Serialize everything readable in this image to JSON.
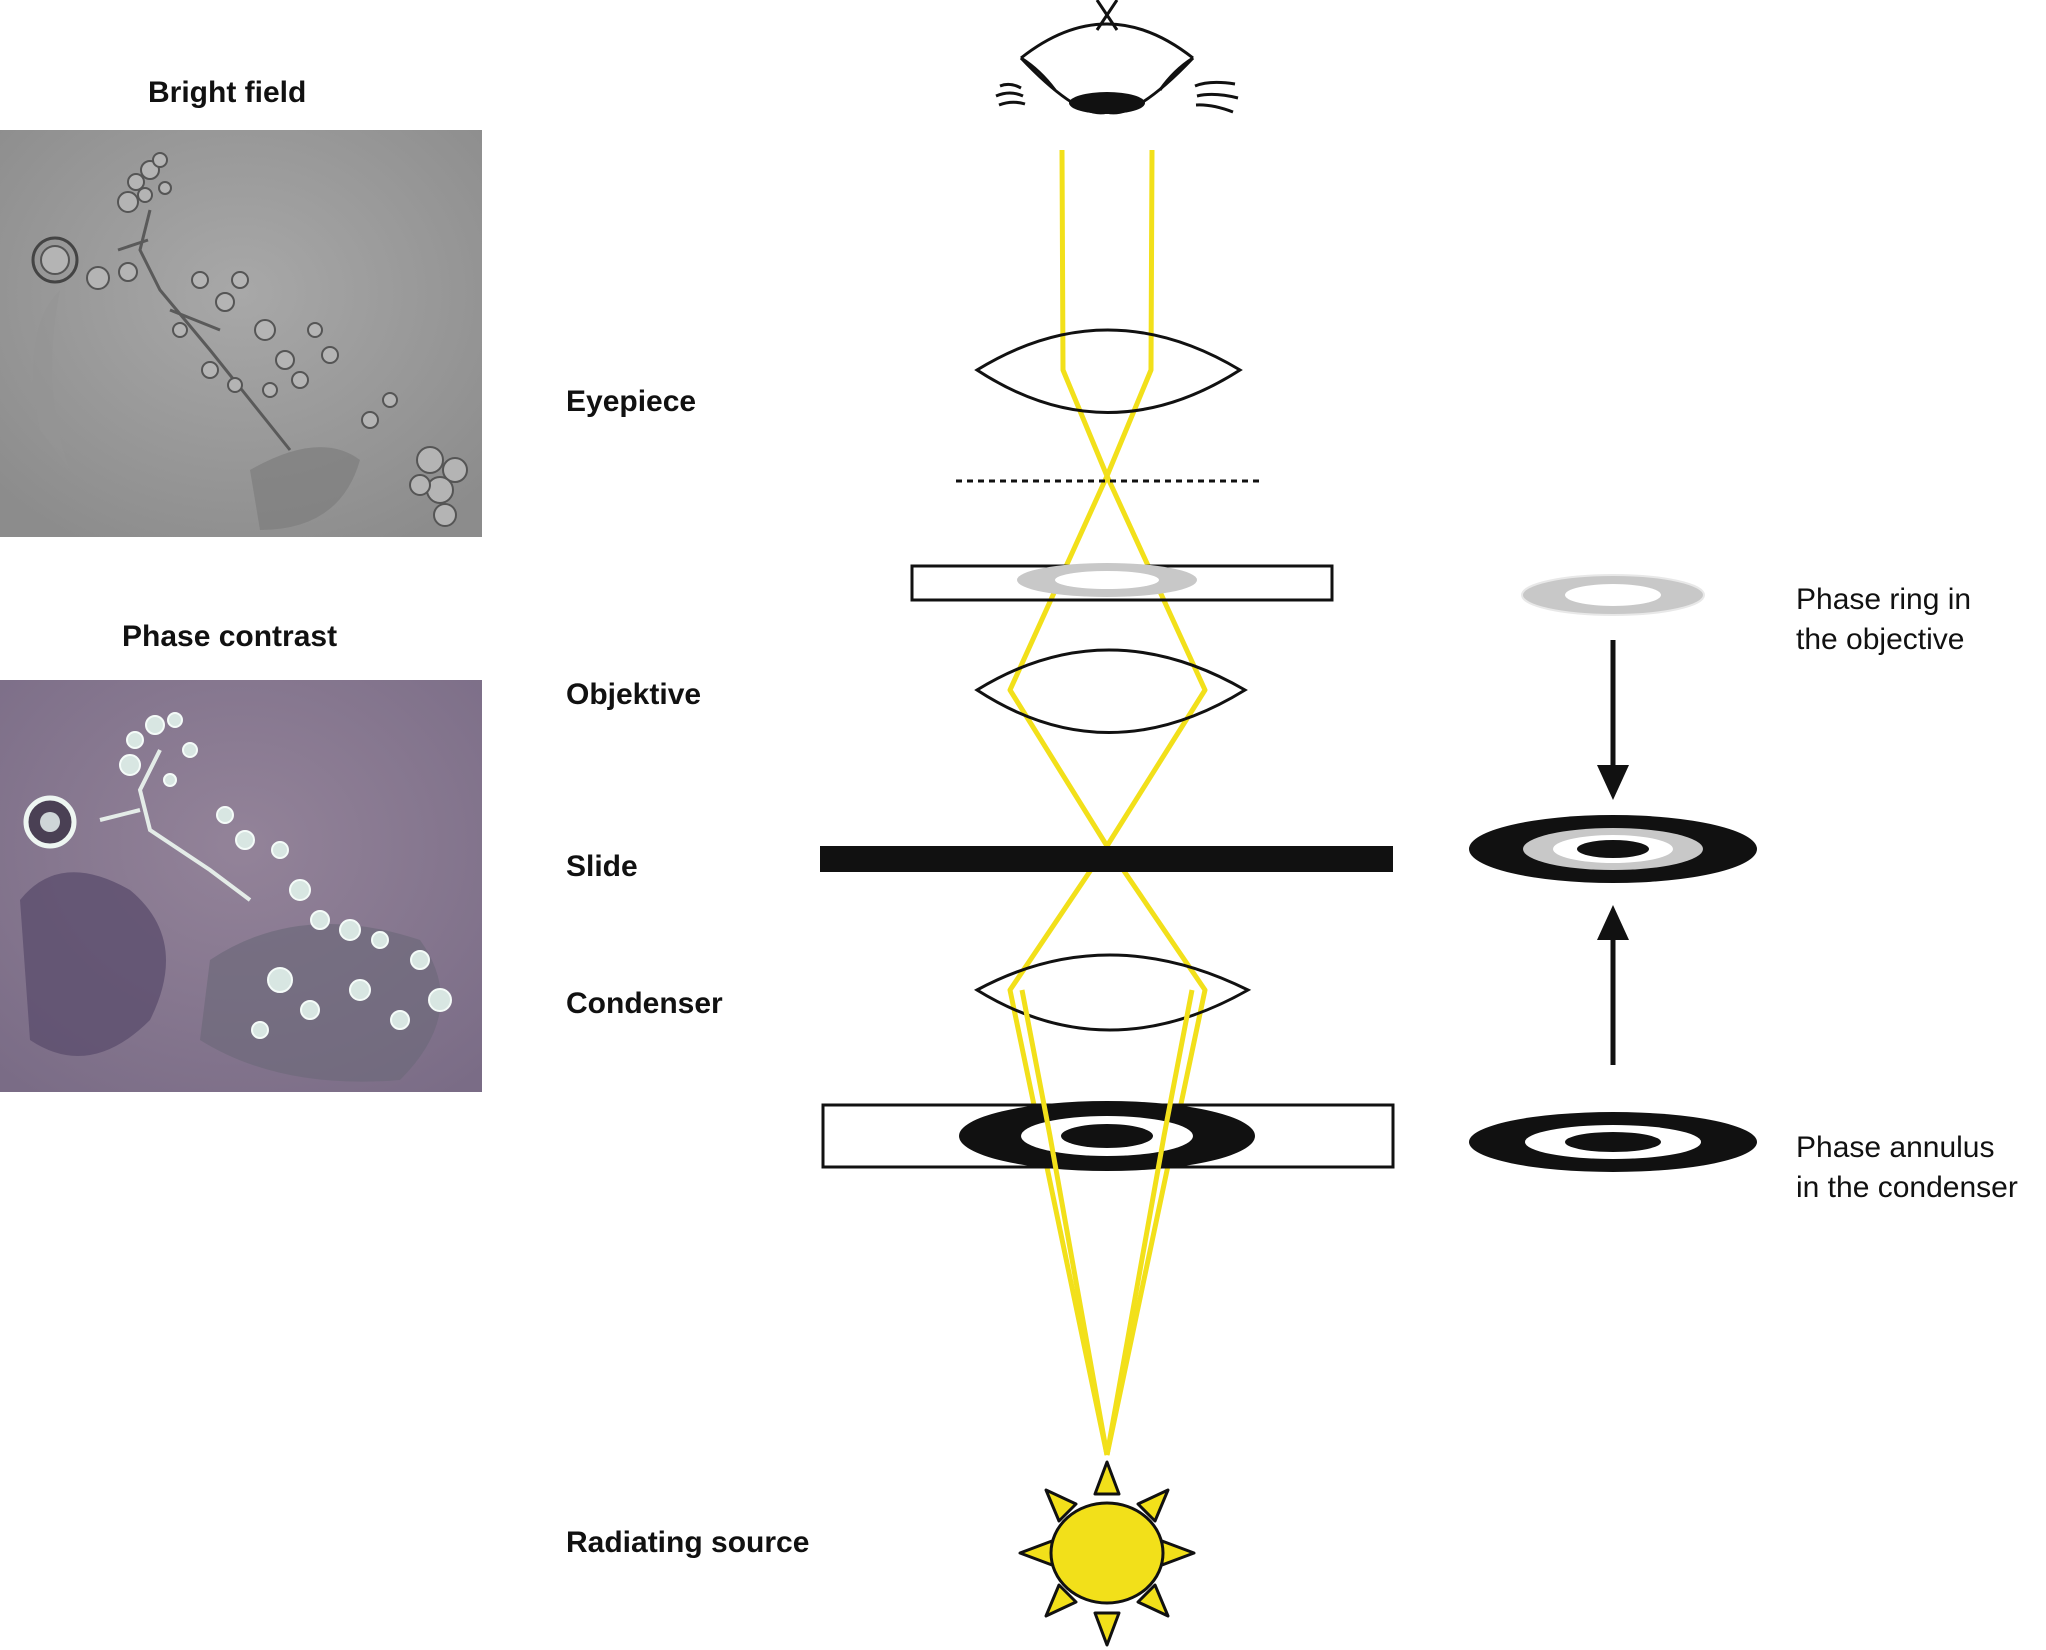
{
  "micrographs": {
    "bright_field": {
      "caption": "Bright field"
    },
    "phase_contrast": {
      "caption": "Phase contrast"
    }
  },
  "stages": {
    "eyepiece": "Eyepiece",
    "objective": "Objektive",
    "slide": "Slide",
    "condenser": "Condenser",
    "source": "Radiating source"
  },
  "side_labels": {
    "phase_ring": {
      "line1": "Phase ring in",
      "line2": "the objective"
    },
    "phase_annulus": {
      "line1": "Phase annulus",
      "line2": "in the condenser"
    }
  },
  "colors": {
    "light_path": "#f2e01a",
    "sun_fill": "#f2e01a",
    "phase_ring_gray": "#c8c8c8",
    "ink": "#111111",
    "bright_field_bg": "#9a9a9a",
    "phase_contrast_bg": "#8a7a92"
  }
}
